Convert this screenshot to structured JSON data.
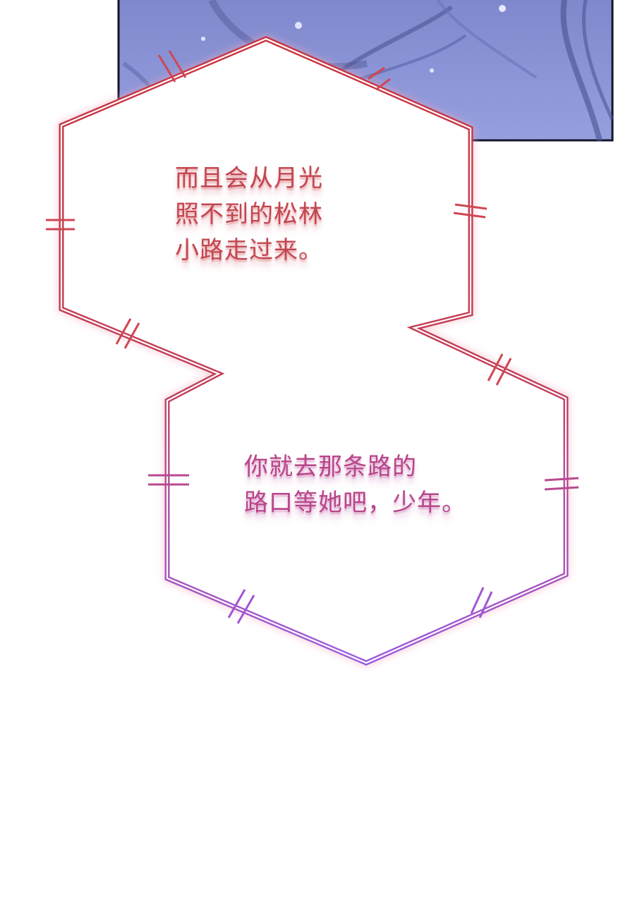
{
  "colors": {
    "background": "#ffffff",
    "panel_fill": "#8c95d6",
    "panel_border": "#15152a",
    "bubble_top_outline": "#c9333e",
    "bubble_bottom_outline": "#a557d8",
    "text_top": "#c2464f",
    "text_bottom": "#b9458a"
  },
  "bubble_top": {
    "lines": [
      "而且会从月光",
      "照不到的松林",
      "小路走过来。"
    ]
  },
  "bubble_bottom": {
    "lines": [
      "你就去那条路的",
      "路口等她吧，少年。"
    ]
  }
}
